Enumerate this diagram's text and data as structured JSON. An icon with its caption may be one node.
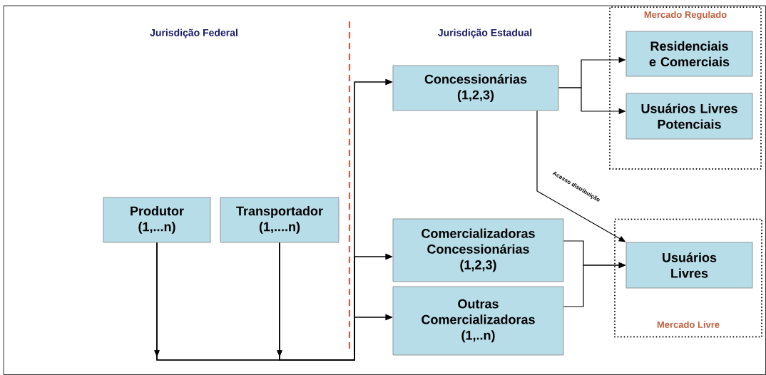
{
  "diagram": {
    "nodes": [
      {
        "text": [
          "Produtor (1,...n)"
        ]
      },
      {
        "text": [
          "Transportador (1,....n)"
        ]
      },
      {
        "text": [
          "Concessionárias (1,2,3)"
        ]
      },
      {
        "text": [
          "Comercializadoras Concessionárias (1,2,3)"
        ]
      },
      {
        "text": [
          "Outras Comercializadoras (1,..n)"
        ]
      },
      {
        "text": [
          "Mercado Regulado"
        ]
      },
      {
        "text": [
          "Residenciais e Comerciais"
        ],
        "in": 5
      },
      {
        "text": [
          "Usuários Livres Potenciais"
        ],
        "in": 5
      },
      {
        "text": [
          "Mercado Livre"
        ]
      },
      {
        "text": [
          "Usuários Livres"
        ],
        "in": 8
      }
    ],
    "edges": [
      {
        "from": 0,
        "to": 2,
        "arrow": "to"
      },
      {
        "from": 0,
        "to": 3,
        "arrow": "to"
      },
      {
        "from": 0,
        "to": 4,
        "arrow": "to"
      },
      {
        "from": 1,
        "to": 2,
        "arrow": "to"
      },
      {
        "from": 1,
        "to": 3,
        "arrow": "to"
      },
      {
        "from": 1,
        "to": 4,
        "arrow": "to"
      },
      {
        "from": 2,
        "to": 6,
        "arrow": "to"
      },
      {
        "from": 2,
        "to": 7,
        "arrow": "to"
      },
      {
        "from": 2,
        "to": 9,
        "arrow": "to",
        "label": "Acesso distribuição"
      },
      {
        "from": 3,
        "to": 9,
        "arrow": "to"
      },
      {
        "from": 4,
        "to": 9,
        "arrow": "to"
      }
    ],
    "labels": [
      "Jurisdição Federal",
      "Jurisdição Estadual"
    ]
  }
}
